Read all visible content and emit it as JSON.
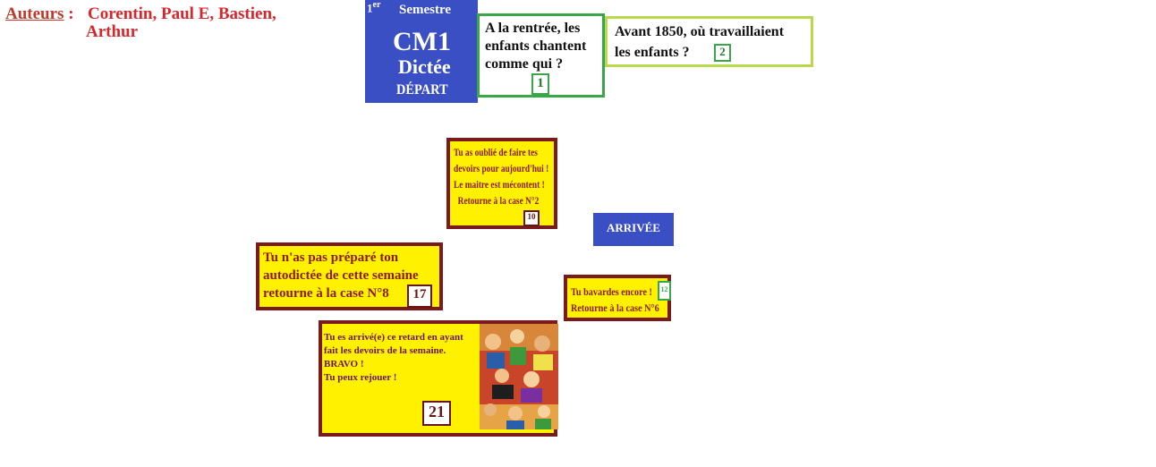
{
  "authors": {
    "label": "Auteurs",
    "separator": ":",
    "names_line1": "Corentin, Paul E, Bastien,",
    "names_line2": "Arthur"
  },
  "depart_card": {
    "ordinal": "1",
    "ordinal_sup": "er",
    "semester": "Semestre",
    "level": "CM1",
    "subject": "Dictée",
    "start": "DÉPART"
  },
  "cases": {
    "c1": {
      "question": "A la rentrée, les enfants chantent comme qui ?",
      "number": "1"
    },
    "c2": {
      "question_line1": "Avant 1850, où travaillaient",
      "question_line2": "les enfants ?",
      "number": "2"
    },
    "c10": {
      "line1": "Tu as oublié de faire tes",
      "line2": "devoirs pour aujourd'hui !",
      "line3": "Le maitre est mécontent !",
      "line4": "Retourne à la case N°2",
      "number": "10"
    },
    "arrivee": {
      "label": "ARRIVÉE"
    },
    "c17": {
      "line1": "Tu n'as pas préparé ton",
      "line2": "autodictée de cette semaine",
      "line3": "retourne à la case N°8",
      "number": "17"
    },
    "c12": {
      "line1": "Tu bavardes encore !",
      "line2": "Retourne à la case N°6",
      "number": "12"
    },
    "c21": {
      "line1": "Tu es arrivé(e) ce retard en ayant",
      "line2": "fait les devoirs de la semaine.",
      "line3": "BRAVO !",
      "line4": "Tu peux rejouer !",
      "number": "21"
    }
  },
  "colors": {
    "blue_card": "#3b4fc4",
    "yellow": "#fff100",
    "dark_red_border": "#7a1a1a",
    "green_border": "#3aa64a",
    "lime_border": "#b7d94a",
    "author_red": "#d9262c"
  }
}
